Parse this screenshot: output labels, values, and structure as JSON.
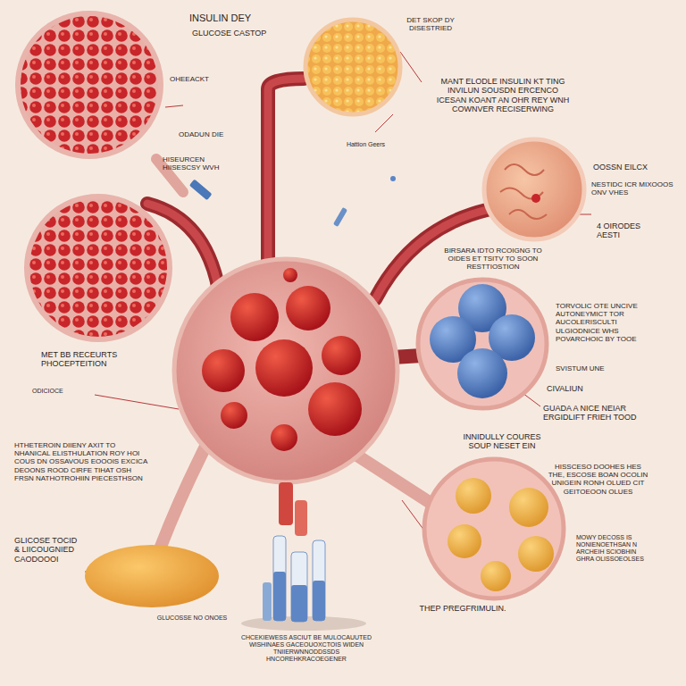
{
  "diagram": {
    "labels": [
      "INSULIN DEY",
      "GLUCOSE CASTOP",
      "DET SKOP DY DISESTRIED",
      "OHEEACKT",
      "MANT ELODLE INSULIN KT TING INVILUN SOUSDN ERCENCO ICESAN KOANT AN OHR REY WNH COWNVER RECISERWING",
      "ODADUN DIE",
      "Hattion Geers",
      "HISEURCEN HIISESCSY WVH",
      "OOSSN EILCX",
      "NESTIDC ICR MIXOOOS ONV VHES",
      "4 OIRODES AESTI",
      "BIRSARA IDTO RCOIGNG TO OIDES ET TSITV TO SOON RESTTIOSTION",
      "TORVOLIC OTE UNCIVE AUTONEYMICT TOR AUCOLERISCULTI ULGIODNICE WHS POVARCHOIC BY TOOE",
      "MET BB RECEURTS PHOCEPTEITION",
      "SVISTUM UNE",
      "CIVALIUN",
      "ODICIOCE",
      "GUADA A NICE NEIAR ERGIDLIFT FRIEH TOOD",
      "INNIDULLY COURES SOUP NESET EIN",
      "HTHETEROIN DIIENY AXIT TO NHANICAL ELISTHULATION ROY HOI COUS DN OSSAVOUS EOOOIS EXCICA DEOONS ROOD CIRFE TIHAT OSH FRSN NATHOTROHIIN PIECESTHSON",
      "HISSCESO DOOHES HES THE, ESCOSE BOAN OCOLIN UNIGEIN RONH OLUED CIT GEITOEOON OLUES",
      "MOWY DECOSS IS NONIENOETHSAN N ARCHEIH SCIOBHIN GHRA OLISSOEOLSES",
      "GLICOSE TOCID & LIICOUGNIED CAODOOOI",
      "THEP PREGFRIMULIN.",
      "GLUCOSSE NO ONOES",
      "CHCEKIEWESS ASCIUT BE MULOCAUUTED WISHINAES GACEOUOXCTOIS WIDEN TNIIERWNNODDSSDS HNCOREHKRACOEGENER"
    ]
  }
}
